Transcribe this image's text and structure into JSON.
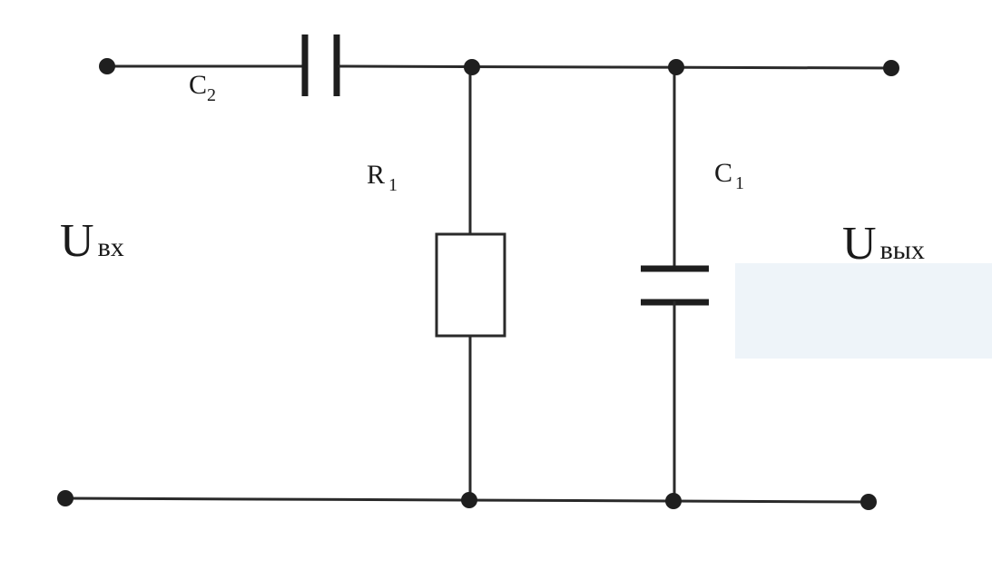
{
  "labels": {
    "c2": {
      "main": "C",
      "sub": "2"
    },
    "r1": {
      "main": "R",
      "sub": "1"
    },
    "c1": {
      "main": "C",
      "sub": "1"
    },
    "u_in": {
      "main": "U",
      "sub": "вх"
    },
    "u_out": {
      "main": "U",
      "sub": "вых"
    }
  },
  "colors": {
    "line": "#2a2a2a",
    "background": "#ffffff"
  }
}
